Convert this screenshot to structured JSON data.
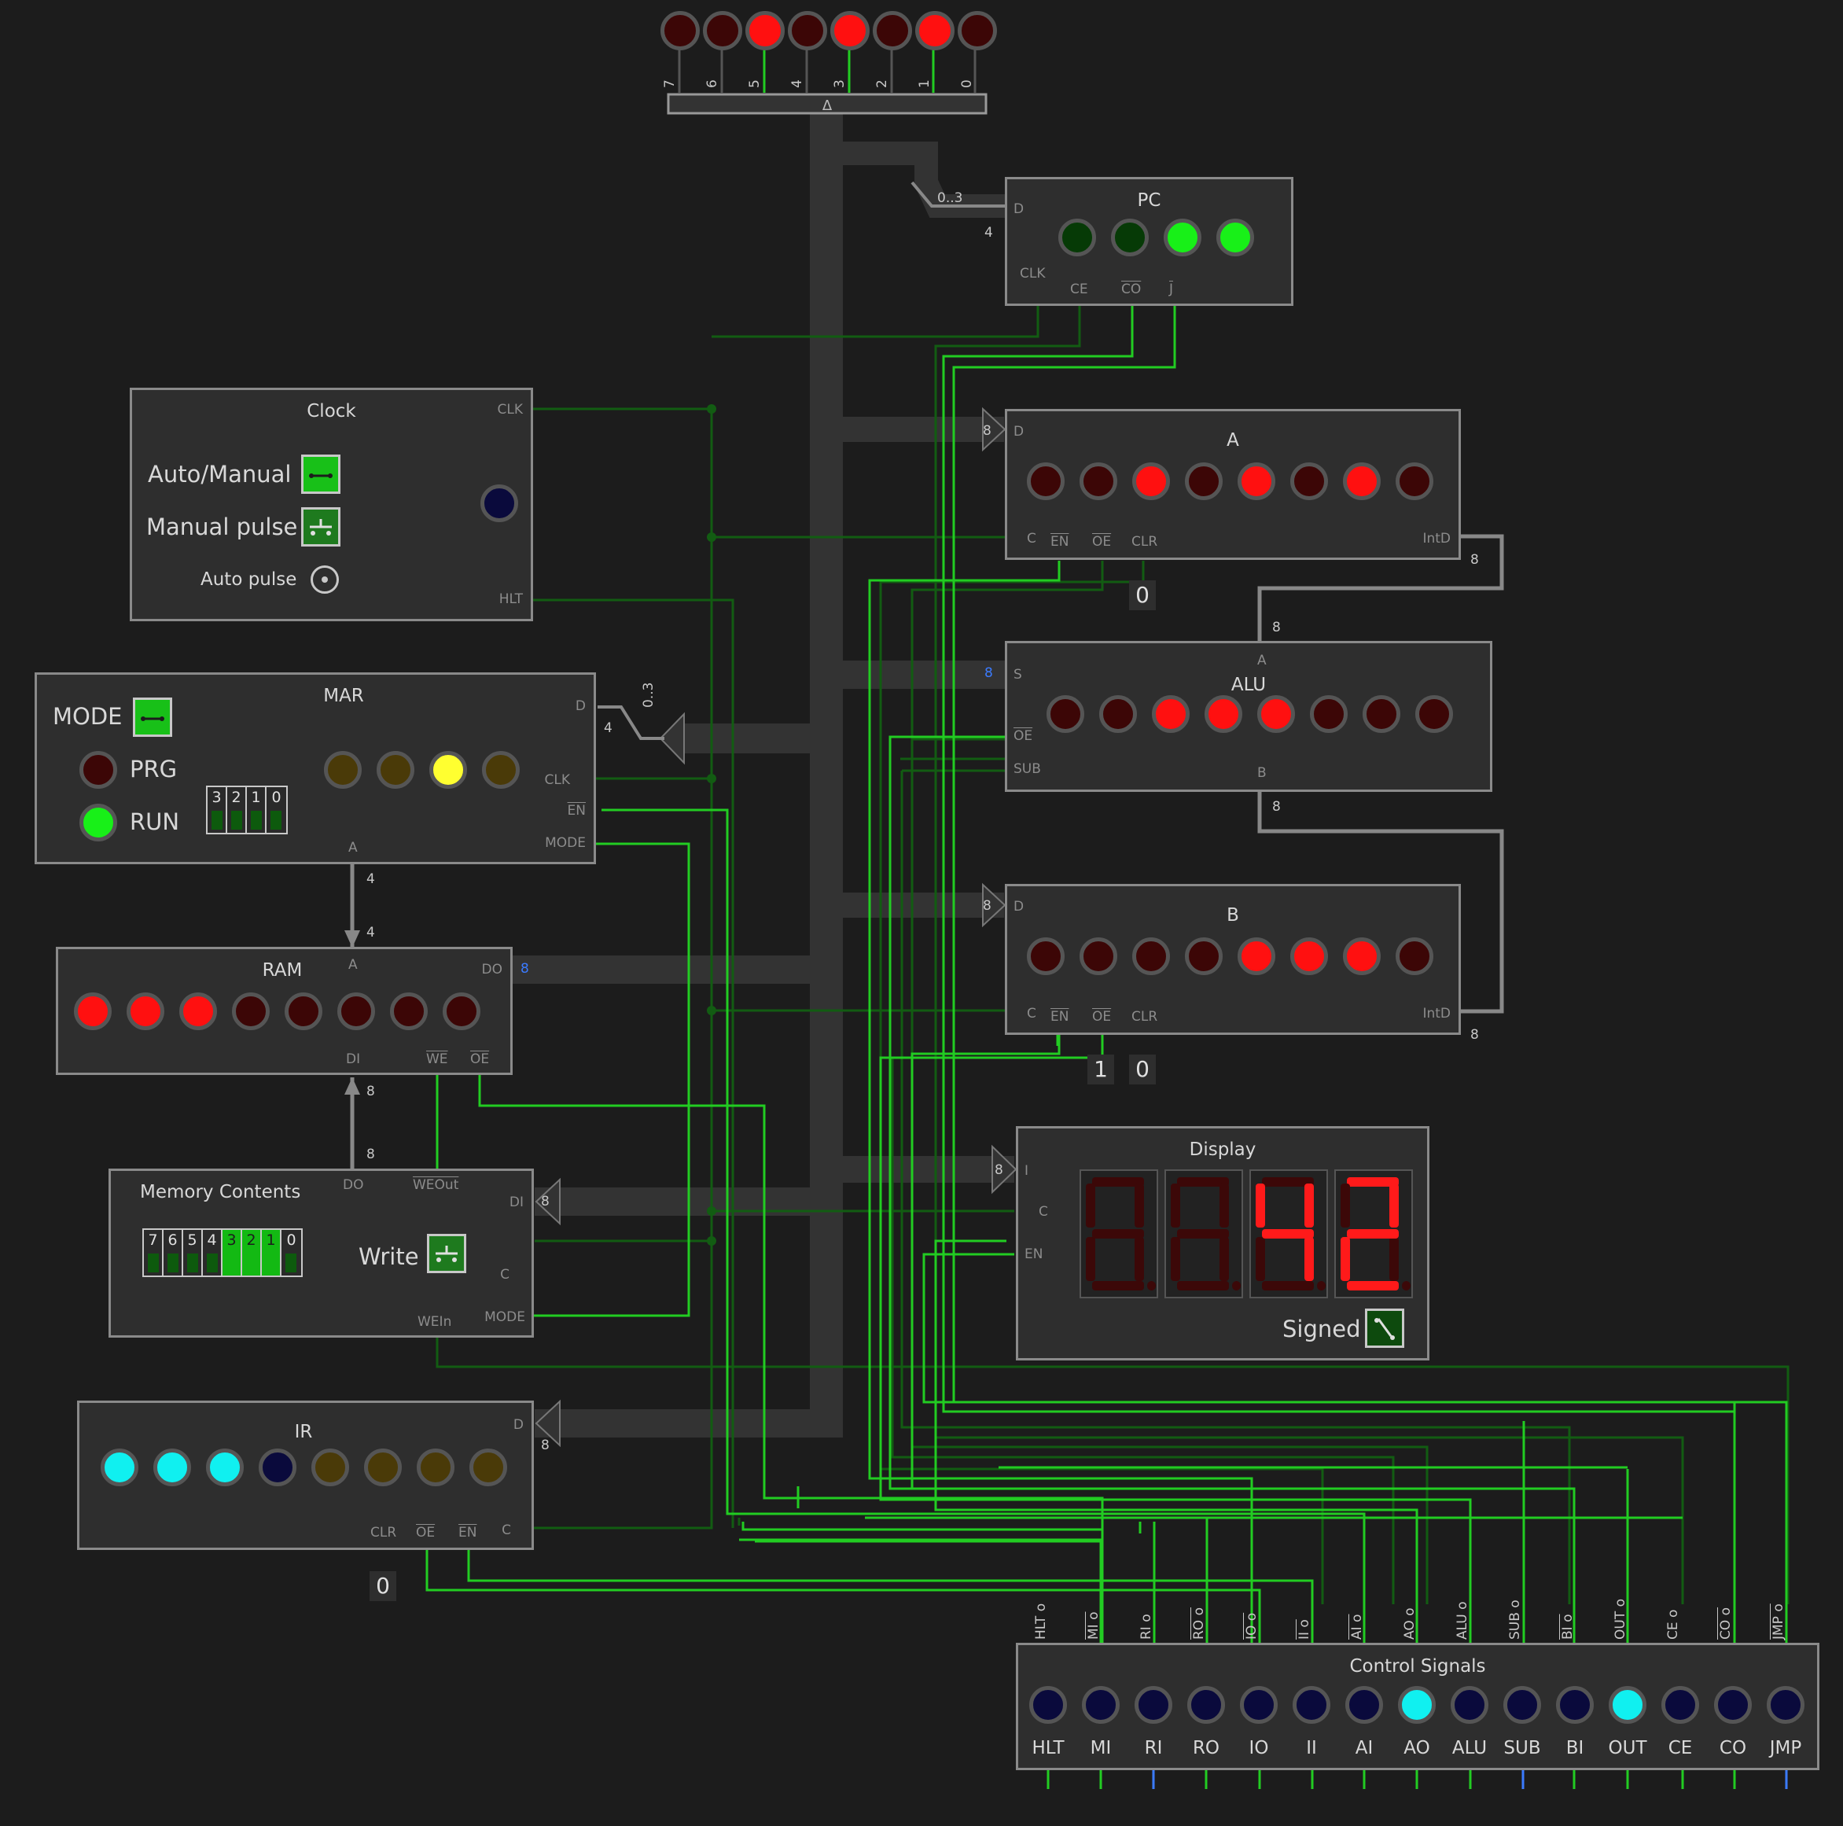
{
  "colors": {
    "background": "#1c1c1c",
    "panel": "#2e2e2e",
    "bus": "#333333",
    "wire_on": "#22cc22",
    "wire_off": "#125c12",
    "led_red_on": "#ff1010",
    "led_red_off": "#3c0606",
    "led_green_on": "#18f018",
    "led_green_off": "#063a06",
    "led_yellow_on": "#ffff30",
    "led_yellow_off": "#4a3a08",
    "led_cyan_on": "#10f0f0",
    "led_blue_off": "#0a0a3c",
    "seg_on": "#ff1a1a",
    "seg_off": "#3c0808"
  },
  "bus_out": {
    "leds": [
      0,
      0,
      1,
      0,
      1,
      0,
      1,
      0
    ],
    "bit_labels": [
      "7",
      "6",
      "5",
      "4",
      "3",
      "2",
      "1",
      "0"
    ]
  },
  "bus_labels": {
    "pc_split": "0..3",
    "pc_width": "4",
    "mar_split": "0..3",
    "mar_width": "4",
    "a_in": "8",
    "alu_s": "8",
    "b_in": "8",
    "ram_do": "8",
    "mem_di": "8",
    "ir_d": "8",
    "display_in": "8",
    "a_intd": "8",
    "alu_a": "8",
    "alu_b": "8",
    "b_intd": "8",
    "mar_a": "4",
    "ram_a": "4",
    "ram_di": "8",
    "mem_do": "8"
  },
  "pc": {
    "title": "PC",
    "pins": {
      "d": "D",
      "clk": "CLK",
      "ce": "CE",
      "co": "CO",
      "j": "J"
    },
    "leds": [
      0,
      0,
      1,
      1
    ]
  },
  "clock": {
    "title": "Clock",
    "auto_manual": "Auto/Manual",
    "manual_pulse": "Manual pulse",
    "auto_pulse": "Auto pulse",
    "pins": {
      "clk": "CLK",
      "hlt": "HLT"
    }
  },
  "reg_a": {
    "title": "A",
    "leds": [
      0,
      0,
      1,
      0,
      1,
      0,
      1,
      0
    ],
    "pins": {
      "d": "D",
      "c": "C",
      "en": "EN",
      "oe": "OE",
      "clr": "CLR",
      "intd": "IntD"
    },
    "clr_value": "0"
  },
  "alu": {
    "title": "ALU",
    "leds": [
      0,
      0,
      1,
      1,
      1,
      0,
      0,
      0
    ],
    "pins": {
      "a": "A",
      "s": "S",
      "oe": "OE",
      "sub": "SUB",
      "b": "B"
    }
  },
  "reg_b": {
    "title": "B",
    "leds": [
      0,
      0,
      0,
      0,
      1,
      1,
      1,
      0
    ],
    "pins": {
      "d": "D",
      "c": "C",
      "en": "EN",
      "oe": "OE",
      "clr": "CLR",
      "intd": "IntD"
    },
    "oe_value": "1",
    "clr_value": "0"
  },
  "mar": {
    "title": "MAR",
    "mode_label": "MODE",
    "prg": "PRG",
    "run": "RUN",
    "dip": [
      {
        "n": "3",
        "on": false
      },
      {
        "n": "2",
        "on": false
      },
      {
        "n": "1",
        "on": false
      },
      {
        "n": "0",
        "on": false
      }
    ],
    "leds": [
      0,
      0,
      1,
      0
    ],
    "pins": {
      "d": "D",
      "clk": "CLK",
      "en": "EN",
      "mode": "MODE",
      "a": "A"
    }
  },
  "ram": {
    "title": "RAM",
    "leds": [
      1,
      1,
      1,
      0,
      0,
      0,
      0,
      0
    ],
    "pins": {
      "a": "A",
      "do": "DO",
      "di": "DI",
      "we": "WE",
      "oe": "OE"
    }
  },
  "memory": {
    "title": "Memory Contents",
    "write": "Write",
    "dip": [
      {
        "n": "7",
        "on": false
      },
      {
        "n": "6",
        "on": false
      },
      {
        "n": "5",
        "on": false
      },
      {
        "n": "4",
        "on": false
      },
      {
        "n": "3",
        "on": true
      },
      {
        "n": "2",
        "on": true
      },
      {
        "n": "1",
        "on": true
      },
      {
        "n": "0",
        "on": false
      }
    ],
    "pins": {
      "do": "DO",
      "weout": "WEOut",
      "di": "DI",
      "c": "C",
      "wein": "WEIn",
      "mode": "MODE"
    }
  },
  "ir": {
    "title": "IR",
    "leds": [
      "cyan",
      "cyan",
      "cyan",
      "blue",
      "yoff",
      "yoff",
      "yoff",
      "yoff"
    ],
    "pins": {
      "d": "D",
      "clr": "CLR",
      "oe": "OE",
      "en": "EN",
      "c": "C"
    },
    "clr_value": "0"
  },
  "display": {
    "title": "Display",
    "digits": [
      "8.",
      "8.",
      "4.",
      "2."
    ],
    "lit_segments": [
      [],
      [],
      [
        "b",
        "c",
        "f",
        "g"
      ],
      [
        "a",
        "b",
        "d",
        "e",
        "g"
      ]
    ],
    "signed": "Signed",
    "pins": {
      "i": "I",
      "c": "C",
      "en": "EN"
    }
  },
  "control": {
    "title": "Control Signals",
    "signals": [
      "HLT",
      "MI",
      "RI",
      "RO",
      "IO",
      "II",
      "AI",
      "AO",
      "ALU",
      "SUB",
      "BI",
      "OUT",
      "CE",
      "CO",
      "JMP"
    ],
    "top_labels": [
      "HLT",
      "MI",
      "RI",
      "RO",
      "IO",
      "II",
      "AI",
      "AO",
      "ALU",
      "SUB",
      "BI",
      "OUT",
      "CE",
      "CO",
      "JMP"
    ],
    "overlined": [
      false,
      true,
      false,
      true,
      true,
      true,
      true,
      false,
      false,
      false,
      true,
      false,
      false,
      true,
      true
    ],
    "active": [
      false,
      false,
      false,
      false,
      false,
      false,
      false,
      true,
      false,
      false,
      false,
      true,
      false,
      false,
      false
    ]
  }
}
